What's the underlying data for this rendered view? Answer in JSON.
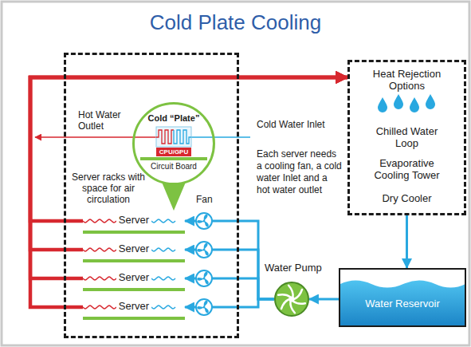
{
  "diagram": {
    "title": "Cold Plate Cooling",
    "nodes": [
      {
        "text": [
          "Server racks with space for air circulation"
        ]
      },
      {
        "text": [
          "Cold “Plate”",
          "Circuit Board"
        ],
        "in": 0
      },
      {
        "text": [
          "CPU/GPU"
        ],
        "in": 1
      },
      {
        "text": [
          "Server"
        ],
        "in": 0
      },
      {
        "text": [
          "Server"
        ],
        "in": 0
      },
      {
        "text": [
          "Server"
        ],
        "in": 0
      },
      {
        "text": [
          "Server"
        ],
        "in": 0
      },
      {
        "text": [
          "Heat Rejection Options",
          "Chilled Water Loop",
          "Evaporative Cooling Tower",
          "Dry Cooler"
        ]
      },
      {
        "text": [
          "Water Pump"
        ]
      },
      {
        "text": [
          "Water Reservoir"
        ]
      }
    ],
    "edges": [
      {
        "from": 8,
        "to": 3,
        "arrow": "to"
      },
      {
        "from": 8,
        "to": 4,
        "arrow": "to"
      },
      {
        "from": 8,
        "to": 5,
        "arrow": "to"
      },
      {
        "from": 8,
        "to": 6,
        "arrow": "to"
      },
      {
        "from": 3,
        "to": 7,
        "arrow": "to"
      },
      {
        "from": 4,
        "to": 7,
        "arrow": "to"
      },
      {
        "from": 5,
        "to": 7,
        "arrow": "to"
      },
      {
        "from": 6,
        "to": 7,
        "arrow": "to"
      },
      {
        "from": 7,
        "to": 9,
        "arrow": "to"
      },
      {
        "from": 9,
        "to": 8,
        "arrow": "to"
      }
    ],
    "labels": [
      "Hot Water Outlet",
      "Cold Water Inlet",
      "Each server needs a cooling fan, a cold water Inlet and a hot water outlet",
      "Fan"
    ]
  }
}
